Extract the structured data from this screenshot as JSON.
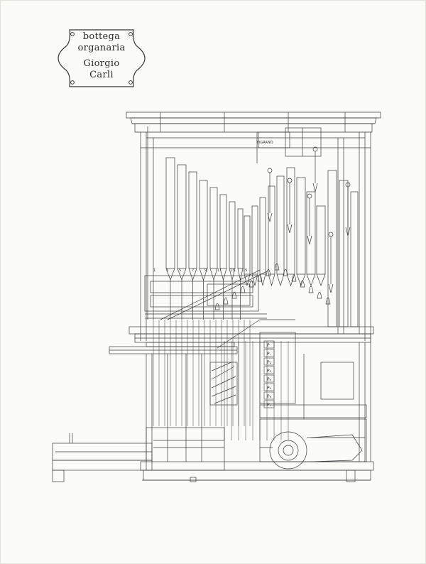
{
  "logo": {
    "line1": "bottega",
    "line2": "organaria",
    "line3": "Giorgio",
    "line4": "Carli"
  },
  "drawing": {
    "pipe_labels": [
      "1",
      "3",
      "5",
      "7",
      "9",
      "11",
      "13",
      "15"
    ],
    "stop_labels": [
      "P",
      "Pᵢ",
      "P₂",
      "P₃",
      "P₄",
      "P₅",
      "P₆",
      "P₇"
    ],
    "stencil": "FIGRANO",
    "colors": {
      "ink": "#3a3a3a",
      "paper": "#fbfbf8"
    }
  }
}
